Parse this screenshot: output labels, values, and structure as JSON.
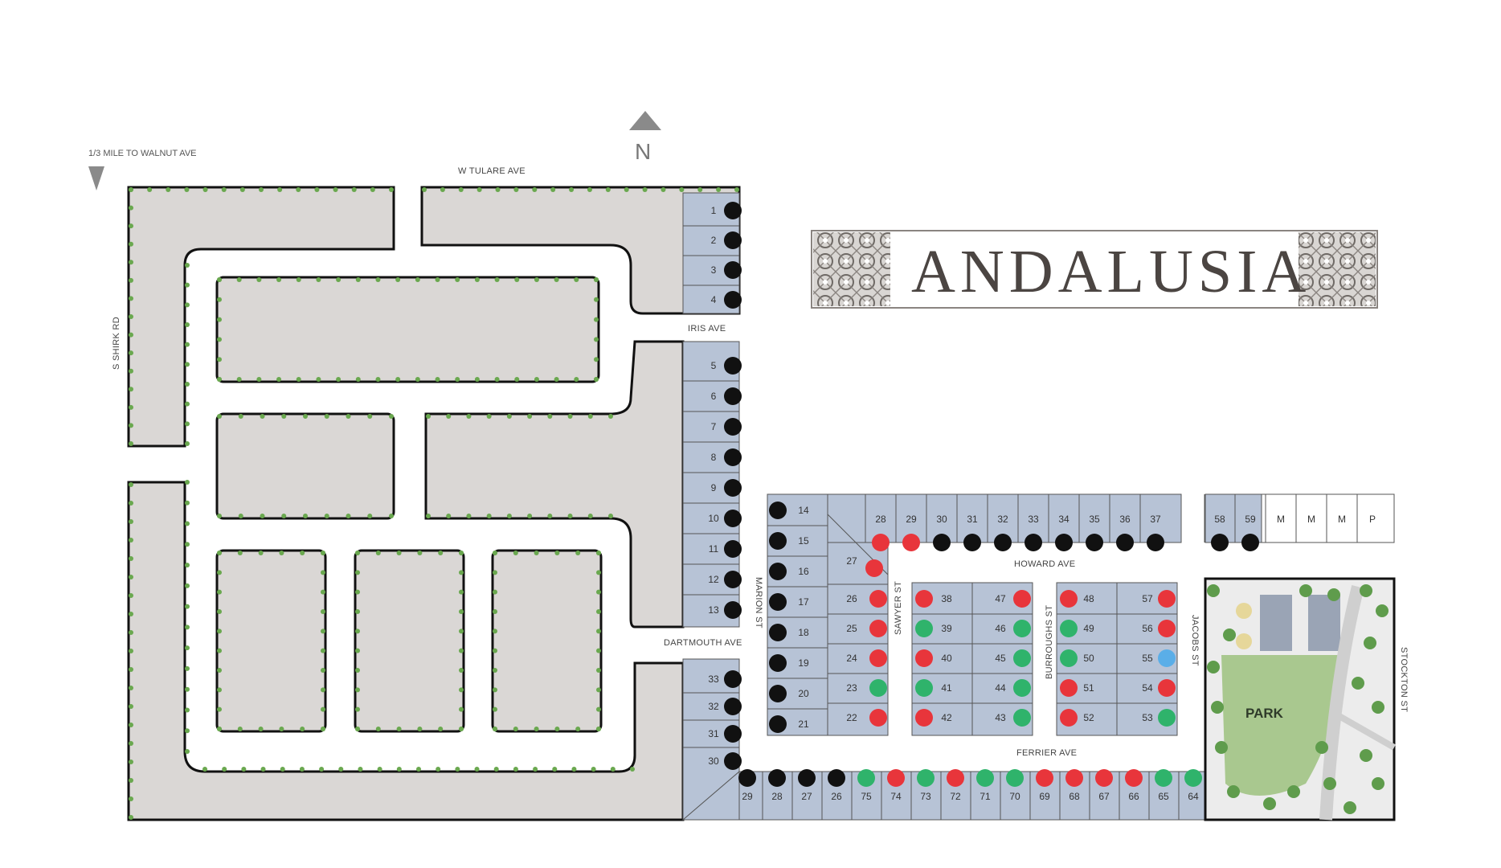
{
  "title": "ANDALUSIA",
  "north": "N",
  "note": "1/3 MILE TO WALNUT AVE",
  "streets": {
    "tulare": "W TULARE AVE",
    "shirk": "S SHIRK RD",
    "iris": "IRIS AVE",
    "dartmouth": "DARTMOUTH AVE",
    "marion": "MARION ST",
    "howard": "HOWARD AVE",
    "sawyer": "SAWYER ST",
    "burroughs": "BURROUGHS ST",
    "jacobs": "JACOBS ST",
    "ferrier": "FERRIER AVE",
    "stockton": "STOCKTON ST"
  },
  "park_label": "PARK",
  "legend_colors": {
    "sold": "#111111",
    "reserved": "#e8353b",
    "available": "#2fb36b",
    "model": "#5aaee8"
  },
  "lots": {
    "col_a": [
      {
        "n": "1",
        "s": "sold"
      },
      {
        "n": "2",
        "s": "sold"
      },
      {
        "n": "3",
        "s": "sold"
      },
      {
        "n": "4",
        "s": "sold"
      }
    ],
    "col_b": [
      {
        "n": "5",
        "s": "sold"
      },
      {
        "n": "6",
        "s": "sold"
      },
      {
        "n": "7",
        "s": "sold"
      },
      {
        "n": "8",
        "s": "sold"
      },
      {
        "n": "9",
        "s": "sold"
      },
      {
        "n": "10",
        "s": "sold"
      },
      {
        "n": "11",
        "s": "sold"
      },
      {
        "n": "12",
        "s": "sold"
      },
      {
        "n": "13",
        "s": "sold"
      }
    ],
    "col_c": [
      {
        "n": "33",
        "s": "sold"
      },
      {
        "n": "32",
        "s": "sold"
      },
      {
        "n": "31",
        "s": "sold"
      },
      {
        "n": "30",
        "s": "sold"
      }
    ],
    "col_d": [
      {
        "n": "14",
        "s": "sold"
      },
      {
        "n": "15",
        "s": "sold"
      },
      {
        "n": "16",
        "s": "sold"
      },
      {
        "n": "17",
        "s": "sold"
      },
      {
        "n": "18",
        "s": "sold"
      },
      {
        "n": "19",
        "s": "sold"
      },
      {
        "n": "20",
        "s": "sold"
      },
      {
        "n": "21",
        "s": "sold"
      }
    ],
    "top_row": [
      {
        "n": "28",
        "s": "reserved"
      },
      {
        "n": "29",
        "s": "reserved"
      },
      {
        "n": "30",
        "s": "sold"
      },
      {
        "n": "31",
        "s": "sold"
      },
      {
        "n": "32",
        "s": "sold"
      },
      {
        "n": "33",
        "s": "sold"
      },
      {
        "n": "34",
        "s": "sold"
      },
      {
        "n": "35",
        "s": "sold"
      },
      {
        "n": "36",
        "s": "sold"
      },
      {
        "n": "37",
        "s": "sold"
      }
    ],
    "top_right": [
      {
        "n": "58",
        "s": "sold"
      },
      {
        "n": "59",
        "s": "sold"
      },
      {
        "n": "M",
        "s": "none"
      },
      {
        "n": "M",
        "s": "none"
      },
      {
        "n": "M",
        "s": "none"
      },
      {
        "n": "P",
        "s": "none"
      }
    ],
    "corner_27": {
      "n": "27",
      "s": "reserved"
    },
    "col_e": [
      {
        "n": "26",
        "s": "reserved"
      },
      {
        "n": "25",
        "s": "reserved"
      },
      {
        "n": "24",
        "s": "reserved"
      },
      {
        "n": "23",
        "s": "available"
      },
      {
        "n": "22",
        "s": "reserved"
      }
    ],
    "block1_left": [
      {
        "n": "38",
        "s": "reserved"
      },
      {
        "n": "39",
        "s": "available"
      },
      {
        "n": "40",
        "s": "reserved"
      },
      {
        "n": "41",
        "s": "available"
      },
      {
        "n": "42",
        "s": "reserved"
      }
    ],
    "block1_right": [
      {
        "n": "47",
        "s": "reserved"
      },
      {
        "n": "46",
        "s": "available"
      },
      {
        "n": "45",
        "s": "available"
      },
      {
        "n": "44",
        "s": "available"
      },
      {
        "n": "43",
        "s": "available"
      }
    ],
    "block2_left": [
      {
        "n": "48",
        "s": "reserved"
      },
      {
        "n": "49",
        "s": "available"
      },
      {
        "n": "50",
        "s": "available"
      },
      {
        "n": "51",
        "s": "reserved"
      },
      {
        "n": "52",
        "s": "reserved"
      }
    ],
    "block2_right": [
      {
        "n": "57",
        "s": "reserved"
      },
      {
        "n": "56",
        "s": "reserved"
      },
      {
        "n": "55",
        "s": "model"
      },
      {
        "n": "54",
        "s": "reserved"
      },
      {
        "n": "53",
        "s": "available"
      }
    ],
    "bottom_row": [
      {
        "n": "29",
        "s": "sold"
      },
      {
        "n": "28",
        "s": "sold"
      },
      {
        "n": "27",
        "s": "sold"
      },
      {
        "n": "26",
        "s": "sold"
      },
      {
        "n": "75",
        "s": "available"
      },
      {
        "n": "74",
        "s": "reserved"
      },
      {
        "n": "73",
        "s": "available"
      },
      {
        "n": "72",
        "s": "reserved"
      },
      {
        "n": "71",
        "s": "available"
      },
      {
        "n": "70",
        "s": "available"
      },
      {
        "n": "69",
        "s": "reserved"
      },
      {
        "n": "68",
        "s": "reserved"
      },
      {
        "n": "67",
        "s": "reserved"
      },
      {
        "n": "66",
        "s": "reserved"
      },
      {
        "n": "65",
        "s": "available"
      },
      {
        "n": "64",
        "s": "available"
      }
    ]
  }
}
